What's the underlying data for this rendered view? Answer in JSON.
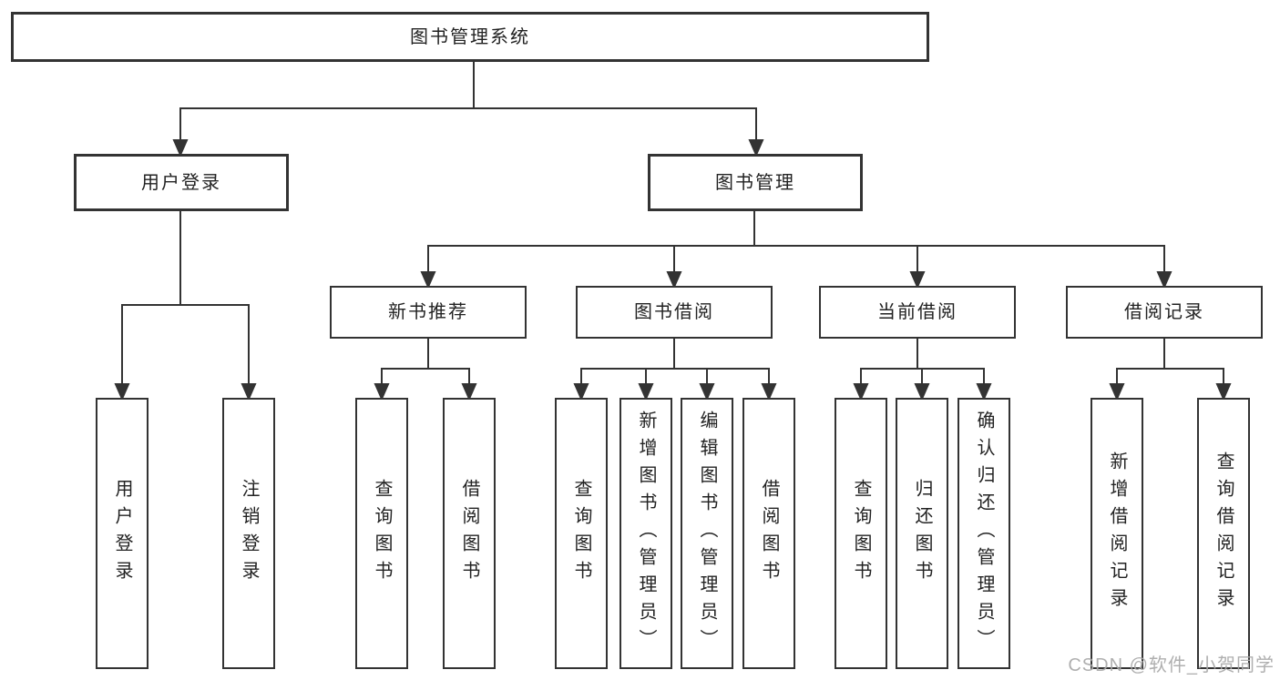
{
  "tree": {
    "label": "图书管理系统",
    "children": [
      {
        "label": "用户登录",
        "children": [
          {
            "label": "用户登录"
          },
          {
            "label": "注销登录"
          }
        ]
      },
      {
        "label": "图书管理",
        "children": [
          {
            "label": "新书推荐",
            "children": [
              {
                "label": "查询图书"
              },
              {
                "label": "借阅图书"
              }
            ]
          },
          {
            "label": "图书借阅",
            "children": [
              {
                "label": "查询图书"
              },
              {
                "label": "新增图书（管理员）"
              },
              {
                "label": "编辑图书（管理员）"
              },
              {
                "label": "借阅图书"
              }
            ]
          },
          {
            "label": "当前借阅",
            "children": [
              {
                "label": "查询图书"
              },
              {
                "label": "归还图书"
              },
              {
                "label": "确认归还（管理员）"
              }
            ]
          },
          {
            "label": "借阅记录",
            "children": [
              {
                "label": "新增借阅记录"
              },
              {
                "label": "查询借阅记录"
              }
            ]
          }
        ]
      }
    ]
  },
  "watermark": {
    "text": "CSDN @软件_小贺同学"
  },
  "colors": {
    "line": "#333333",
    "text": "#222222",
    "watermark": "#a8a8a8",
    "background": "#ffffff"
  }
}
